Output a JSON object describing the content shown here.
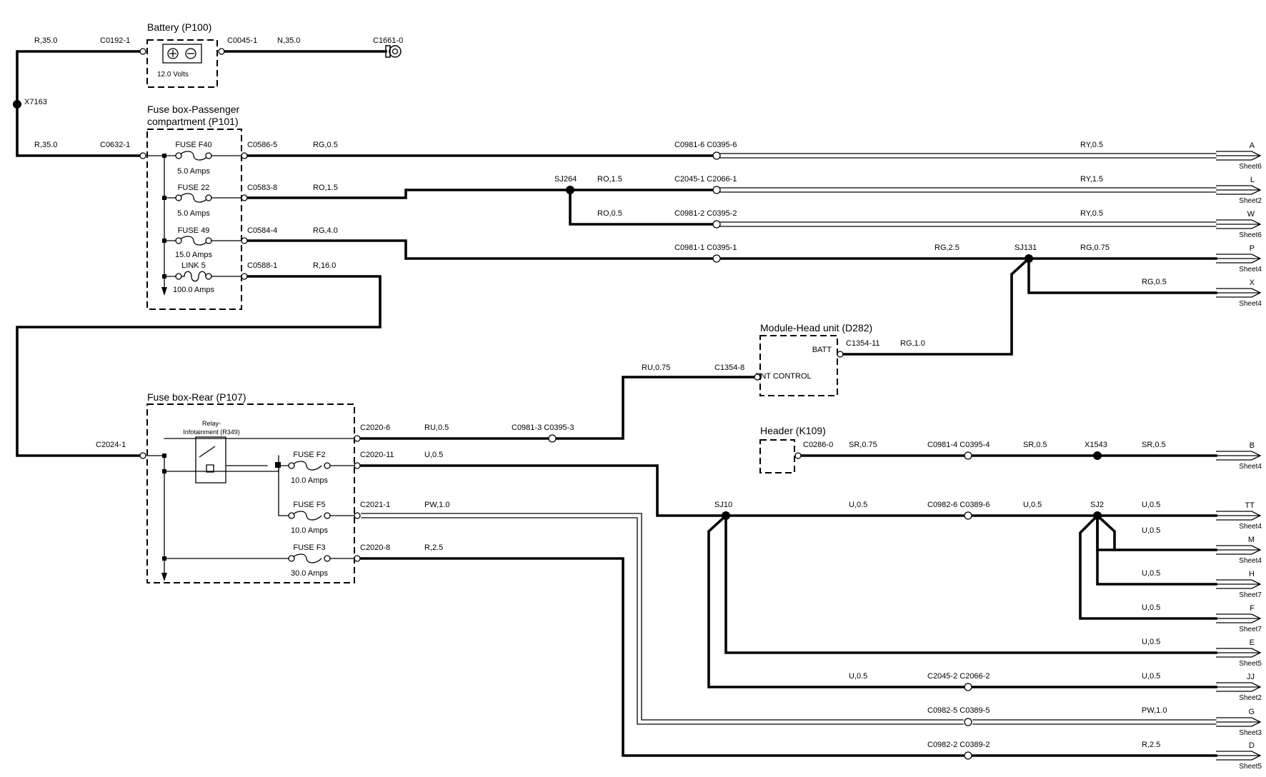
{
  "components": {
    "battery": {
      "title": "Battery (P100)",
      "voltage": "12.0 Volts"
    },
    "fusebox_pass": {
      "title1": "Fuse box-Passenger",
      "title2": "compartment (P101)"
    },
    "fusebox_rear": {
      "title": "Fuse box-Rear (P107)",
      "relay1": "Relay-",
      "relay2": "Infotainment (R349)"
    },
    "head_unit": {
      "title": "Module-Head unit (D282)",
      "pin_batt": "BATT",
      "pin_ent": "ENT CONTROL"
    },
    "header": {
      "title": "Header (K109)"
    }
  },
  "fuses": {
    "f40": {
      "name": "FUSE F40",
      "rating": "5.0 Amps"
    },
    "f22": {
      "name": "FUSE 22",
      "rating": "5.0 Amps"
    },
    "f49": {
      "name": "FUSE 49",
      "rating": "15.0 Amps"
    },
    "link5": {
      "name": "LINK 5",
      "rating": "100.0 Amps"
    },
    "ff2": {
      "name": "FUSE F2",
      "rating": "10.0 Amps"
    },
    "ff5": {
      "name": "FUSE F5",
      "rating": "10.0 Amps"
    },
    "ff3": {
      "name": "FUSE F3",
      "rating": "30.0 Amps"
    }
  },
  "labels": {
    "r35a": "R,35.0",
    "c0192": "C0192-1",
    "c0045": "C0045-1",
    "n35": "N,35.0",
    "c1661": "C1661-0",
    "x7163": "X7163",
    "r35b": "R,35.0",
    "c0632": "C0632-1",
    "c0586": "C0586-5",
    "rg05a": "RG,0.5",
    "c0583": "C0583-8",
    "ro15a": "RO,1.5",
    "c0584": "C0584-4",
    "rg40": "RG,4.0",
    "c0588": "C0588-1",
    "r160": "R,16.0",
    "c0981_6": "C0981-6 C0395-6",
    "ry05a": "RY,0.5",
    "sj264": "SJ264",
    "ro15b": "RO,1.5",
    "c2045_1": "C2045-1 C2066-1",
    "ry15": "RY,1.5",
    "ro05": "RO,0.5",
    "c0981_2": "C0981-2 C0395-2",
    "ry05b": "RY,0.5",
    "c0981_1": "C0981-1 C0395-1",
    "rg25": "RG,2.5",
    "sj131": "SJ131",
    "rg075": "RG,0.75",
    "rg05b": "RG,0.5",
    "c1354_11": "C1354-11",
    "rg10": "RG,1.0",
    "ru075": "RU,0.75",
    "c1354_8": "C1354-8",
    "c2024": "C2024-1",
    "c2020_6": "C2020-6",
    "ru05": "RU,0.5",
    "c0981_3": "C0981-3 C0395-3",
    "c0286": "C0286-0",
    "sr075": "SR,0.75",
    "c0981_4": "C0981-4 C0395-4",
    "sr05a": "SR,0.5",
    "x1543": "X1543",
    "sr05b": "SR,0.5",
    "c2020_11": "C2020-11",
    "u05a": "U,0.5",
    "c2021": "C2021-1",
    "pw10a": "PW,1.0",
    "c2020_8": "C2020-8",
    "r25a": "R,2.5",
    "sj10": "SJ10",
    "u05b": "U,0.5",
    "c0982_6": "C0982-6 C0389-6",
    "u05c": "U,0.5",
    "sj2": "SJ2",
    "u05d": "U,0.5",
    "u05e": "U,0.5",
    "u05f": "U,0.5",
    "u05g": "U,0.5",
    "u05h": "U,0.5",
    "u05i": "U,0.5",
    "c2045_2": "C2045-2 C2066-2",
    "u05j": "U,0.5",
    "c0982_5": "C0982-5 C0389-5",
    "pw10b": "PW,1.0",
    "c0982_2": "C0982-2 C0389-2",
    "r25b": "R,2.5"
  },
  "offsheet": [
    {
      "letter": "A",
      "sheet": "Sheet6"
    },
    {
      "letter": "L",
      "sheet": "Sheet2"
    },
    {
      "letter": "W",
      "sheet": "Sheet6"
    },
    {
      "letter": "P",
      "sheet": "Sheet4"
    },
    {
      "letter": "X",
      "sheet": "Sheet4"
    },
    {
      "letter": "B",
      "sheet": "Sheet4"
    },
    {
      "letter": "TT",
      "sheet": "Sheet4"
    },
    {
      "letter": "M",
      "sheet": "Sheet4"
    },
    {
      "letter": "H",
      "sheet": "Sheet7"
    },
    {
      "letter": "F",
      "sheet": "Sheet7"
    },
    {
      "letter": "E",
      "sheet": "Sheet5"
    },
    {
      "letter": "JJ",
      "sheet": "Sheet2"
    },
    {
      "letter": "G",
      "sheet": "Sheet3"
    },
    {
      "letter": "D",
      "sheet": "Sheet5"
    }
  ]
}
